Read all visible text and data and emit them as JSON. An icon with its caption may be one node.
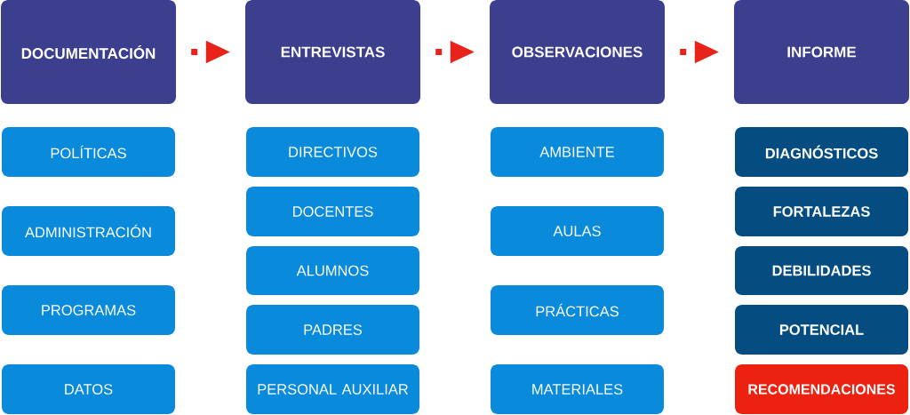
{
  "diagram": {
    "nodes": [
      {
        "text": [
          "DOCUMENTACIÓN"
        ]
      },
      {
        "text": [
          "POLÍTICAS"
        ]
      },
      {
        "text": [
          "ADMINISTRACIÓN"
        ]
      },
      {
        "text": [
          "PROGRAMAS"
        ]
      },
      {
        "text": [
          "DATOS"
        ]
      },
      {
        "text": [
          "ENTREVISTAS"
        ]
      },
      {
        "text": [
          "DIRECTIVOS"
        ]
      },
      {
        "text": [
          "DOCENTES"
        ]
      },
      {
        "text": [
          "ALUMNOS"
        ]
      },
      {
        "text": [
          "PADRES"
        ]
      },
      {
        "text": [
          "PERSONAL AUXILIAR"
        ]
      },
      {
        "text": [
          "OBSERVACIONES"
        ]
      },
      {
        "text": [
          "AMBIENTE"
        ]
      },
      {
        "text": [
          "AULAS"
        ]
      },
      {
        "text": [
          "PRÁCTICAS"
        ]
      },
      {
        "text": [
          "MATERIALES"
        ]
      },
      {
        "text": [
          "INFORME"
        ]
      },
      {
        "text": [
          "DIAGNÓSTICOS"
        ]
      },
      {
        "text": [
          "FORTALEZAS"
        ]
      },
      {
        "text": [
          "DEBILIDADES"
        ]
      },
      {
        "text": [
          "POTENCIAL"
        ]
      },
      {
        "text": [
          "RECOMENDACIONES"
        ]
      }
    ],
    "edges": [
      {
        "from": 0,
        "to": 5,
        "arrow": "to"
      },
      {
        "from": 5,
        "to": 11,
        "arrow": "to"
      },
      {
        "from": 11,
        "to": 16,
        "arrow": "to"
      }
    ]
  }
}
